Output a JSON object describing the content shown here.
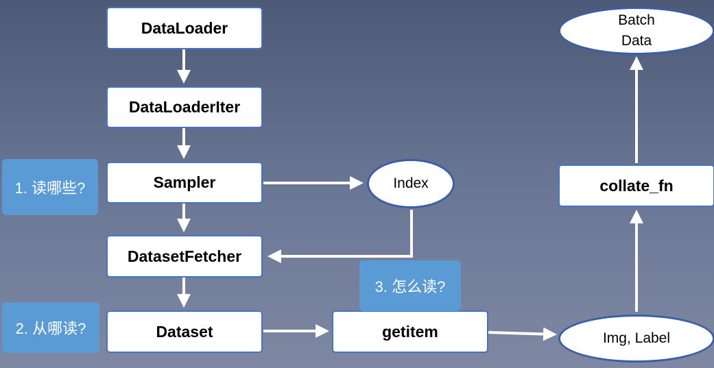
{
  "nodes": {
    "dataloader": "DataLoader",
    "dataloader_iter": "DataLoaderIter",
    "sampler": "Sampler",
    "dataset_fetcher": "DatasetFetcher",
    "dataset": "Dataset",
    "getitem": "getitem",
    "collate_fn": "collate_fn",
    "index": "Index",
    "img_label": "Img, Label",
    "batch_data_line1": "Batch",
    "batch_data_line2": "Data"
  },
  "notes": {
    "which_to_read": "1. 读哪些?",
    "where_to_read": "2. 从哪读?",
    "how_to_read": "3. 怎么读?"
  },
  "colors": {
    "box_border": "#4472c4",
    "note_fill": "#5b9bd5",
    "arrow": "#ffffff"
  }
}
